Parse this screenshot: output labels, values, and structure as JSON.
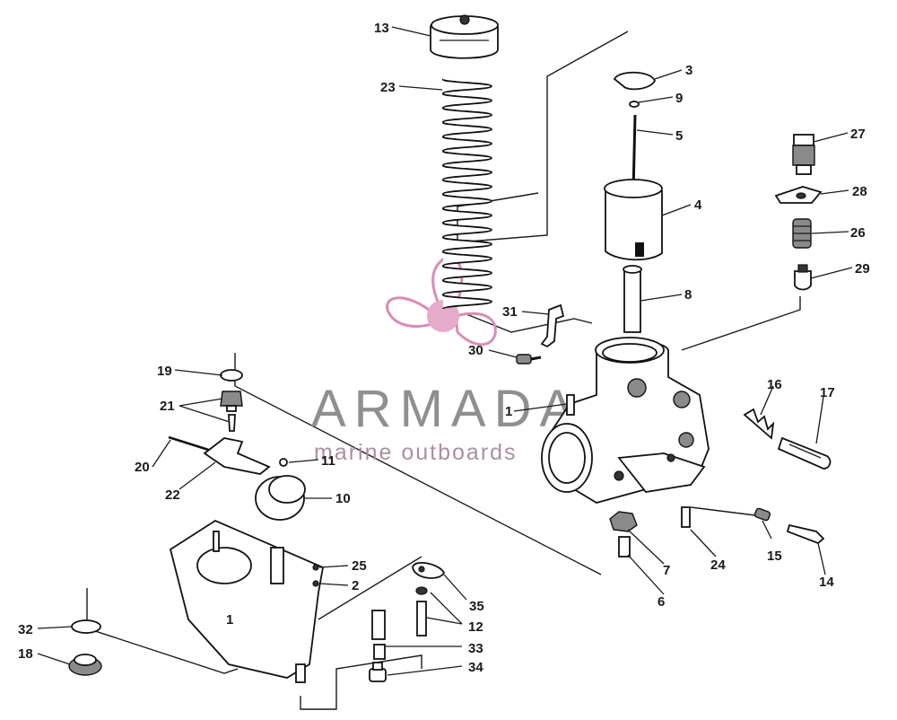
{
  "watermark": {
    "brand": "ARMADA",
    "tagline": "marine outboards",
    "color": "#e6aacb"
  },
  "callouts": {
    "c1a": "1",
    "c1b": "1",
    "c2": "2",
    "c3": "3",
    "c4": "4",
    "c5": "5",
    "c6": "6",
    "c7": "7",
    "c8": "8",
    "c9": "9",
    "c10": "10",
    "c11": "11",
    "c12": "12",
    "c13": "13",
    "c14": "14",
    "c15": "15",
    "c16": "16",
    "c17": "17",
    "c18": "18",
    "c19": "19",
    "c20": "20",
    "c21": "21",
    "c22": "22",
    "c23": "23",
    "c24": "24",
    "c25": "25",
    "c26": "26",
    "c27": "27",
    "c28": "28",
    "c29": "29",
    "c30": "30",
    "c31": "31",
    "c32": "32",
    "c33": "33",
    "c34": "34",
    "c35": "35"
  }
}
